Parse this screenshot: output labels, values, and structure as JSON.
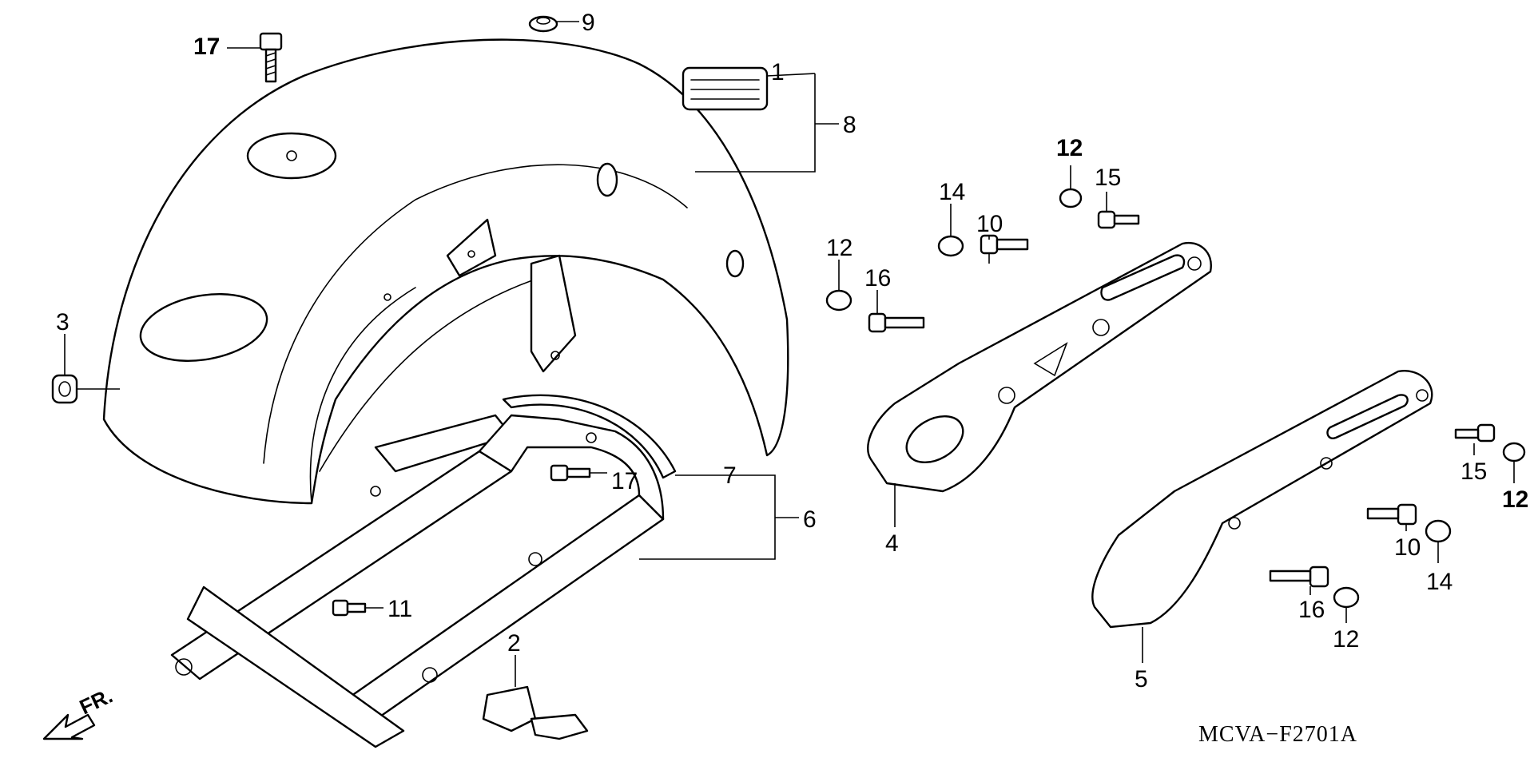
{
  "diagram": {
    "drawing_code": "MCVA−F2701A",
    "direction_label": "FR.",
    "callouts": {
      "c1": "1",
      "c2": "2",
      "c3": "3",
      "c4": "4",
      "c5": "5",
      "c6": "6",
      "c7": "7",
      "c8": "8",
      "c9": "9",
      "c10a": "10",
      "c10b": "10",
      "c11": "11",
      "c12a": "12",
      "c12b": "12",
      "c12c": "12",
      "c12d": "12",
      "c14a": "14",
      "c14b": "14",
      "c15a": "15",
      "c15b": "15",
      "c16a": "16",
      "c16b": "16",
      "c17a": "17",
      "c17b": "17"
    }
  }
}
